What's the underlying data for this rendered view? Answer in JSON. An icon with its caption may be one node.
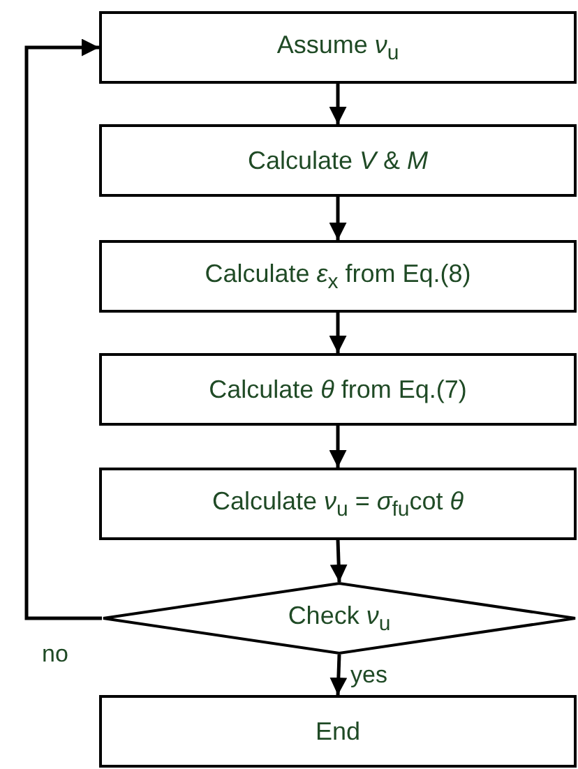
{
  "diagram": {
    "nodes": [
      {
        "text": [
          "Assume *ν*$_{u}$"
        ]
      },
      {
        "text": [
          "Calculate *V* & *M*"
        ]
      },
      {
        "text": [
          "Calculate *ε*$_{x}$ from Eq.(8)"
        ]
      },
      {
        "text": [
          "Calculate *θ* from Eq.(7)"
        ]
      },
      {
        "text": [
          "Calculate *ν*$_{u}$ = *σ*$_{fu}$cot *θ*"
        ]
      },
      {
        "text": [
          "Check *ν*$_{u}$"
        ]
      },
      {
        "text": [
          "End"
        ]
      }
    ],
    "edges": [
      {
        "from": 0,
        "to": 1,
        "arrow": "to"
      },
      {
        "from": 1,
        "to": 2,
        "arrow": "to"
      },
      {
        "from": 2,
        "to": 3,
        "arrow": "to"
      },
      {
        "from": 3,
        "to": 4,
        "arrow": "to"
      },
      {
        "from": 4,
        "to": 5,
        "arrow": "to"
      },
      {
        "from": 5,
        "to": 6,
        "arrow": "to",
        "label": "yes"
      },
      {
        "from": 5,
        "to": 0,
        "arrow": "to",
        "label": "no"
      }
    ]
  }
}
